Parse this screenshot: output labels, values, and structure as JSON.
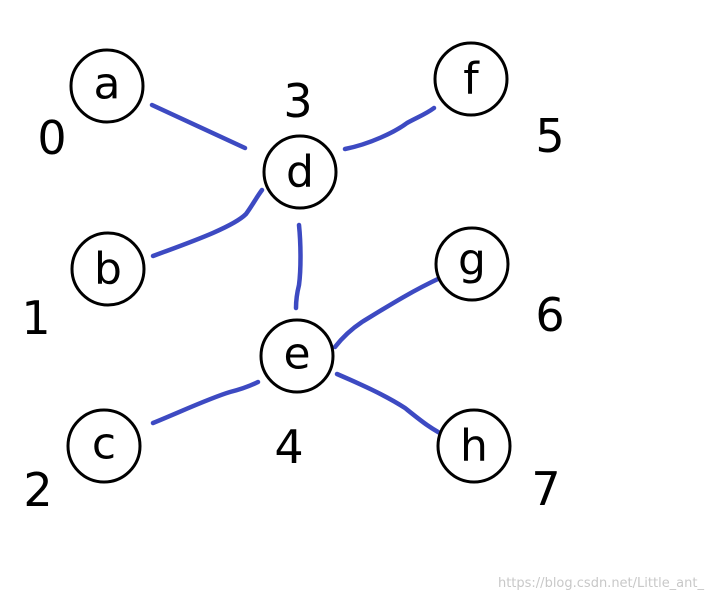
{
  "colors": {
    "edge": "#3d4ac2",
    "node_stroke": "#000000",
    "text": "#000000",
    "watermark": "#c8c8c8"
  },
  "nodes": [
    {
      "id": "a",
      "letter": "a",
      "index": "0"
    },
    {
      "id": "b",
      "letter": "b",
      "index": "1"
    },
    {
      "id": "c",
      "letter": "c",
      "index": "2"
    },
    {
      "id": "d",
      "letter": "d",
      "index": "3"
    },
    {
      "id": "e",
      "letter": "e",
      "index": "4"
    },
    {
      "id": "f",
      "letter": "f",
      "index": "5"
    },
    {
      "id": "g",
      "letter": "g",
      "index": "6"
    },
    {
      "id": "h",
      "letter": "h",
      "index": "7"
    }
  ],
  "edges": [
    {
      "from": "a",
      "to": "d"
    },
    {
      "from": "b",
      "to": "d"
    },
    {
      "from": "f",
      "to": "d"
    },
    {
      "from": "d",
      "to": "e"
    },
    {
      "from": "c",
      "to": "e"
    },
    {
      "from": "g",
      "to": "e"
    },
    {
      "from": "h",
      "to": "e"
    }
  ],
  "watermark": "https://blog.csdn.net/Little_ant_"
}
